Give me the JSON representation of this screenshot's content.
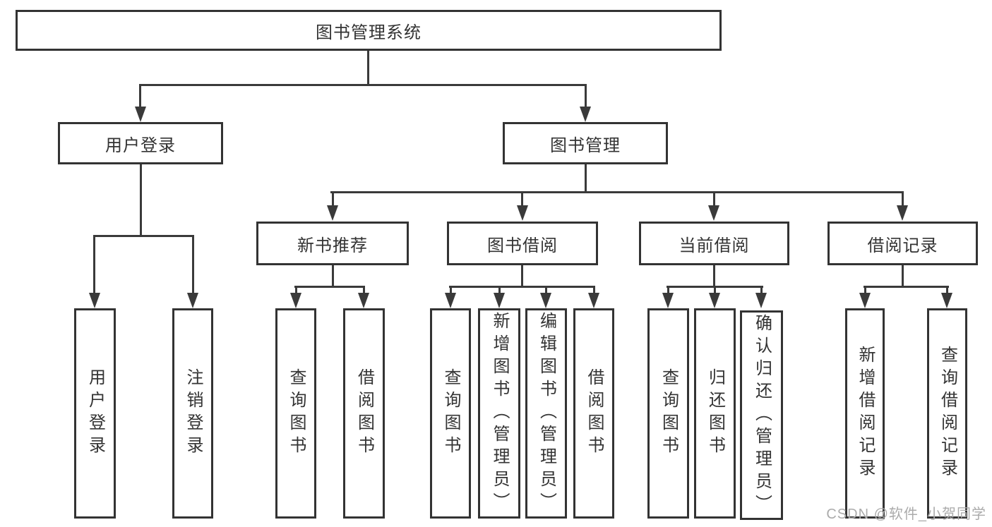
{
  "diagram": {
    "line_color": "#3a3a3a",
    "box_border_color": "#333333",
    "text_color": "#333333",
    "nodes": {
      "root": {
        "label": "图书管理系统"
      },
      "user_login": {
        "label": "用户登录"
      },
      "book_mgmt": {
        "label": "图书管理"
      },
      "new_rec": {
        "label": "新书推荐"
      },
      "book_borrow": {
        "label": "图书借阅"
      },
      "current_borrow": {
        "label": "当前借阅"
      },
      "borrow_record": {
        "label": "借阅记录"
      },
      "login": {
        "label": "用户登录"
      },
      "logout": {
        "label": "注销登录"
      },
      "rec_query": {
        "label": "查询图书"
      },
      "rec_borrow": {
        "label": "借阅图书"
      },
      "bb_query": {
        "label": "查询图书"
      },
      "bb_add": {
        "label": "新增图书（管理员）"
      },
      "bb_edit": {
        "label": "编辑图书（管理员）"
      },
      "bb_borrow": {
        "label": "借阅图书"
      },
      "cb_query": {
        "label": "查询图书"
      },
      "cb_return": {
        "label": "归还图书"
      },
      "cb_confirm": {
        "label": "确认归还（管理员）"
      },
      "br_add": {
        "label": "新增借阅记录"
      },
      "br_query": {
        "label": "查询借阅记录"
      }
    }
  },
  "watermark": {
    "text": "CSDN @软件_小贺同学",
    "color": "#ababab"
  }
}
